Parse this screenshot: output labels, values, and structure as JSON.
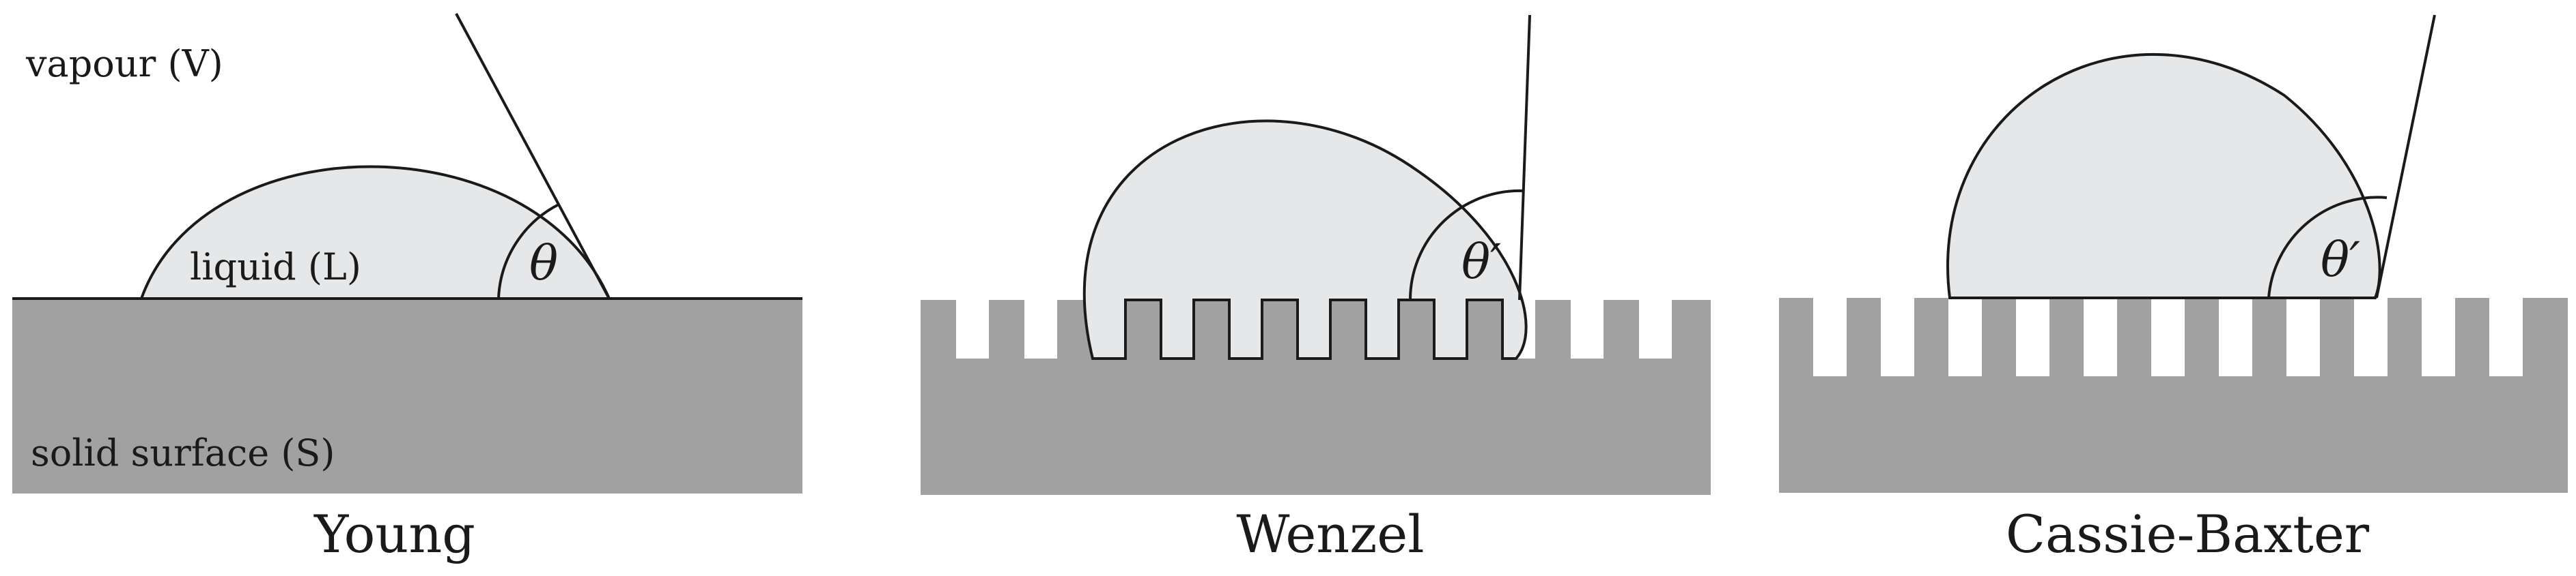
{
  "labels": {
    "vapour": "vapour (V)",
    "liquid": "liquid (L)",
    "solid": "solid surface (S)",
    "theta_young": "θ",
    "theta_wenzel": "θ′",
    "theta_cassie": "θ′"
  },
  "captions": {
    "young": "Young",
    "wenzel": "Wenzel",
    "cassie": "Cassie-Baxter"
  },
  "colors": {
    "solid": "#a0a1a0",
    "liquid": "#e6e7e8",
    "outline": "#1a1a1a"
  }
}
